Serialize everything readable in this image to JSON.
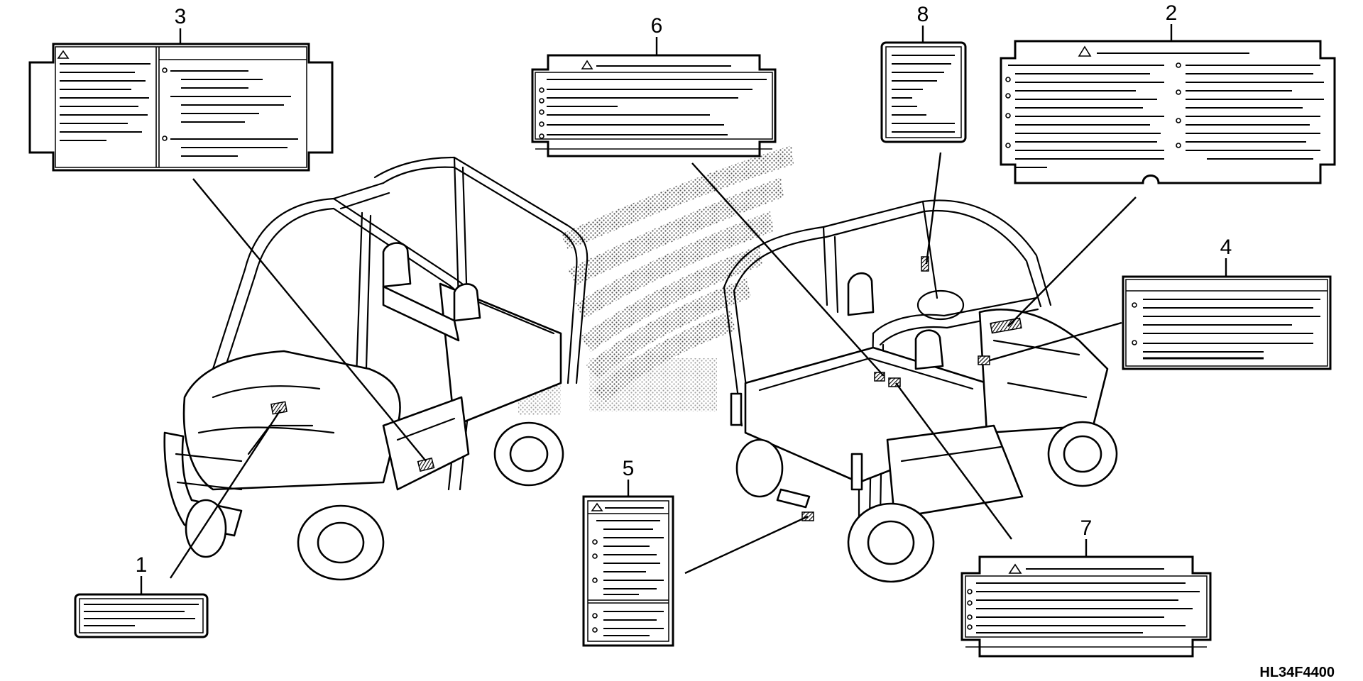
{
  "diagram": {
    "code": "HL34F4400",
    "callouts": [
      "1",
      "2",
      "3",
      "4",
      "5",
      "6",
      "7",
      "8"
    ]
  }
}
